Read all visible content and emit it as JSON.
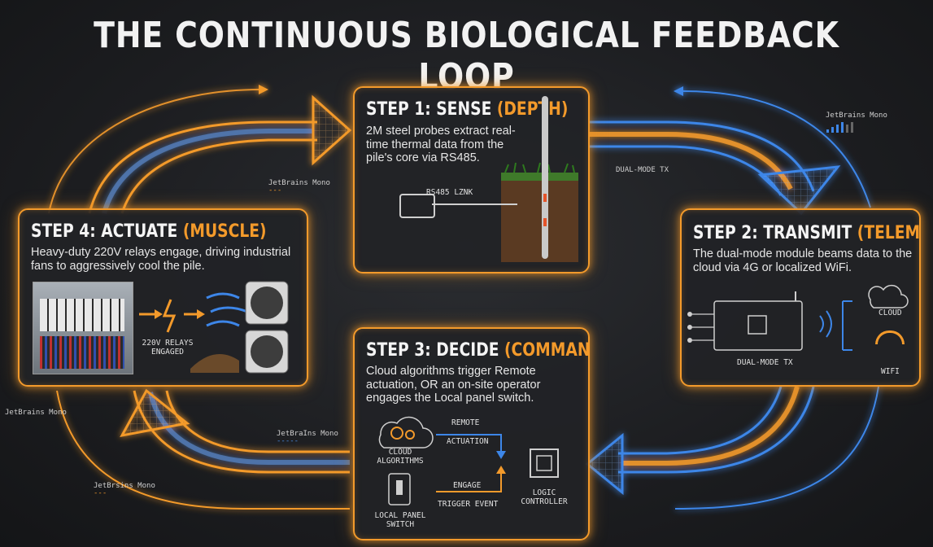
{
  "title": "THE CONTINUOUS BIOLOGICAL FEEDBACK LOOP",
  "colors": {
    "accent": "#f39a2b",
    "blue": "#3d86e8",
    "background": "#1f2023"
  },
  "step1": {
    "heading": "STEP 1: SENSE ",
    "highlight": "(DEPTH)",
    "body": "2M steel probes extract real-time thermal data from the pile's core via RS485.",
    "cable_label": "RS485 LZNK"
  },
  "step2": {
    "heading": "STEP 2: TRANSMIT ",
    "highlight": "(TELEMETRY)",
    "body": "The dual-mode module beams data to the cloud via 4G or localized WiFi.",
    "board_label": "DUAL-MODE TX",
    "cloud_label": "CLOUD",
    "wifi_label": "WIFI"
  },
  "step3": {
    "heading": "STEP 3: DECIDE ",
    "highlight": "(COMMAND)",
    "body": "Cloud algorithms trigger Remote actuation, OR an on-site operator engages the Local panel switch.",
    "cloud_algo_label": "CLOUD ALGORITHMS",
    "remote_label": "REMOTE",
    "actuation_label": "ACTUATION",
    "engage_label": "ENGAGE",
    "trigger_label": "TRIGGER EVENT",
    "switch_label": "LOCAL PANEL SWITCH",
    "controller_label": "LOGIC CONTROLLER"
  },
  "step4": {
    "heading": "STEP 4: ACTUATE ",
    "highlight": "(MUSCLE)",
    "body": "Heavy-duty 220V relays engage, driving industrial fans to aggressively cool the pile.",
    "relay_label": "220V RELAYS ENGAGED"
  },
  "annotations": {
    "top_right_font": "JetBrains Mono",
    "dual_mode_tx": "DUAL-MODE TX",
    "top_left_font": "JetBrains Mono",
    "bottom_left_font": "JetBrains Mono",
    "lower_left_font": "JetBrsins Mono",
    "center_font": "JetBraIns Mono",
    "dash": "---",
    "dash_long": "-----"
  }
}
